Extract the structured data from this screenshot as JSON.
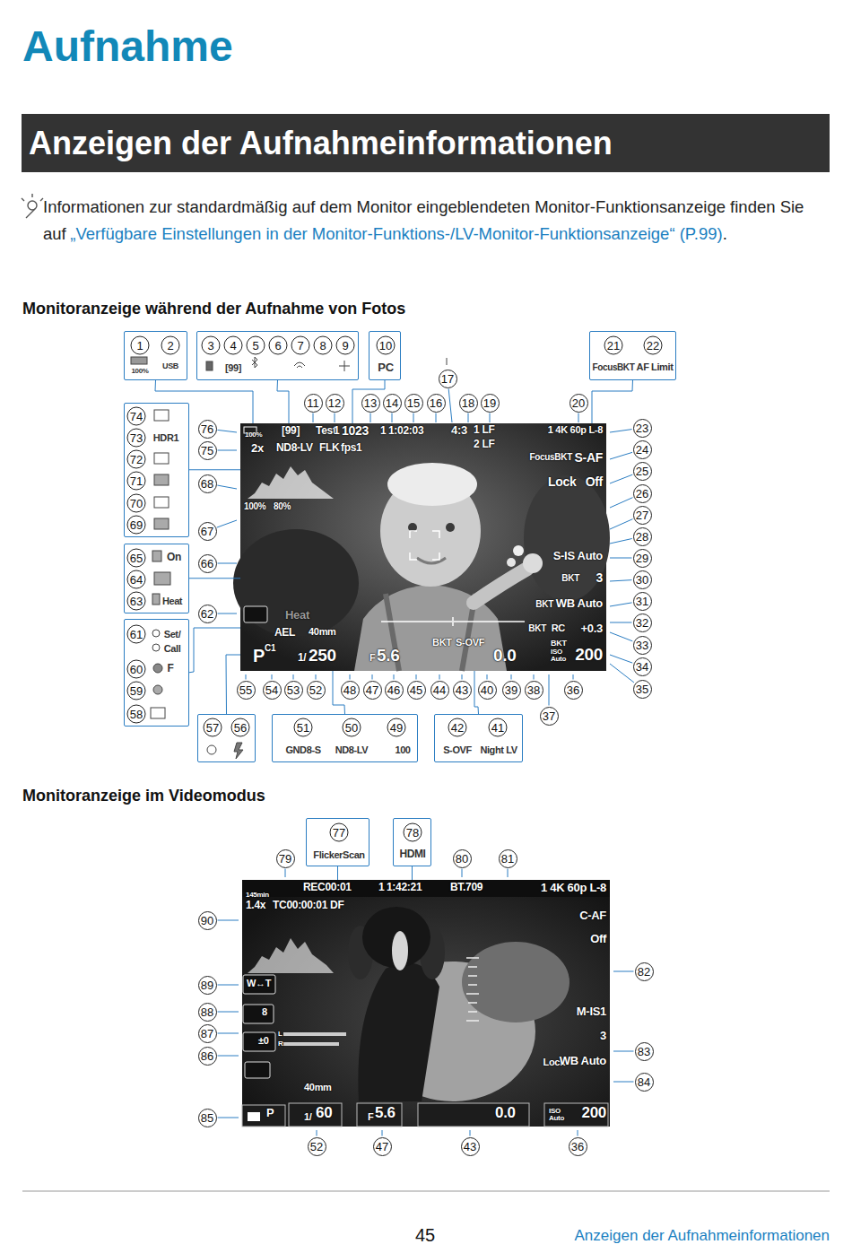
{
  "diagram": {
    "title": "Aufnahme",
    "nodes": [
      {
        "text": [
          "Anzeigen der Aufnahmeinformationen"
        ]
      },
      {
        "text": [
          "1",
          "2",
          "100%",
          "USB"
        ]
      },
      {
        "text": [
          "3",
          "4",
          "5",
          "6",
          "7",
          "8",
          "9",
          "[99]"
        ]
      },
      {
        "text": [
          "10",
          "PC"
        ]
      },
      {
        "text": [
          "21",
          "22",
          "FocusBKT",
          "AF Limit"
        ]
      },
      {
        "text": [
          "74",
          "73",
          "72",
          "71",
          "70",
          "69",
          "HDR1"
        ]
      },
      {
        "text": [
          "65",
          "64",
          "63",
          "On",
          "Heat"
        ]
      },
      {
        "text": [
          "61",
          "60",
          "59",
          "58",
          "Set/",
          "Call",
          "F"
        ]
      },
      {
        "text": [
          "100%",
          "[99]",
          "Test",
          "1",
          "1023",
          "1",
          "1:02:03",
          "4:3",
          "1 LF",
          "2 LF",
          "1 4K 60p L-8",
          "2x",
          "ND8-LV",
          "FLK",
          "fps1",
          "FocusBKT",
          "S-AF",
          "Lock",
          "Off",
          "S-IS Auto",
          "BKT",
          "3",
          "BKT",
          "WB Auto",
          "BKT",
          "RC",
          "+0.3",
          "BKT",
          "ISO Auto",
          "200",
          "100%",
          "80%",
          "Heat",
          "AEL",
          "40mm",
          "C1",
          "P",
          "1/",
          "250",
          "F",
          "5.6",
          "BKT",
          "S-OVF",
          "0.0"
        ]
      },
      {
        "text": [
          "57",
          "56"
        ]
      },
      {
        "text": [
          "51",
          "50",
          "49",
          "GND8-S",
          "ND8-LV",
          "100"
        ]
      },
      {
        "text": [
          "42",
          "41",
          "S-OVF",
          "Night LV"
        ]
      },
      {
        "text": [
          "77",
          "FlickerScan"
        ]
      },
      {
        "text": [
          "78",
          "HDMI"
        ]
      },
      {
        "text": [
          "145min",
          "REC00:01",
          "1",
          "1:42:21",
          "BT.709",
          "1 4K 60p L-8",
          "1.4x",
          "TC00:00:01 DF",
          "C-AF",
          "Off",
          "M-IS1",
          "3",
          "Lock",
          "WB Auto",
          "W↔T",
          "8",
          "±0",
          "L",
          "R",
          "40mm",
          "P",
          "1/",
          "60",
          "F",
          "5.6",
          "0.0",
          "ISO Auto",
          "200"
        ]
      }
    ],
    "edges": [
      {
        "from": 1,
        "to": 8,
        "arrow": "none"
      },
      {
        "from": 2,
        "to": 8,
        "arrow": "none"
      },
      {
        "from": 3,
        "to": 8,
        "arrow": "none"
      },
      {
        "from": 4,
        "to": 8,
        "arrow": "none"
      },
      {
        "from": 5,
        "to": 8,
        "arrow": "none"
      },
      {
        "from": 6,
        "to": 8,
        "arrow": "none"
      },
      {
        "from": 7,
        "to": 8,
        "arrow": "none"
      },
      {
        "from": 9,
        "to": 8,
        "arrow": "none"
      },
      {
        "from": 10,
        "to": 8,
        "arrow": "none"
      },
      {
        "from": 11,
        "to": 8,
        "arrow": "none"
      },
      {
        "from": 12,
        "to": 14,
        "arrow": "none"
      },
      {
        "from": 13,
        "to": 14,
        "arrow": "none"
      }
    ],
    "labels": [
      "Informationen zur standardmäßig auf dem Monitor eingeblendeten Monitor-Funktionsanzeige finden Sie auf",
      "„Verfügbare Einstellungen in der Monitor-Funktions-/LV-Monitor-Funktionsanzeige“ (P.99)",
      ".",
      "Monitoranzeige während der Aufnahme von Fotos",
      "11",
      "12",
      "13",
      "14",
      "15",
      "16",
      "17",
      "18",
      "19",
      "20",
      "23",
      "24",
      "25",
      "26",
      "27",
      "28",
      "29",
      "30",
      "31",
      "32",
      "33",
      "34",
      "35",
      "36",
      "37",
      "38",
      "39",
      "40",
      "43",
      "44",
      "45",
      "46",
      "47",
      "48",
      "52",
      "53",
      "54",
      "55",
      "62",
      "66",
      "67",
      "68",
      "75",
      "76",
      "Monitoranzeige im Videomodus",
      "79",
      "80",
      "81",
      "82",
      "83",
      "84",
      "85",
      "86",
      "87",
      "88",
      "89",
      "90",
      "52",
      "47",
      "43",
      "36",
      "45",
      "Anzeigen der Aufnahmeinformationen"
    ]
  }
}
